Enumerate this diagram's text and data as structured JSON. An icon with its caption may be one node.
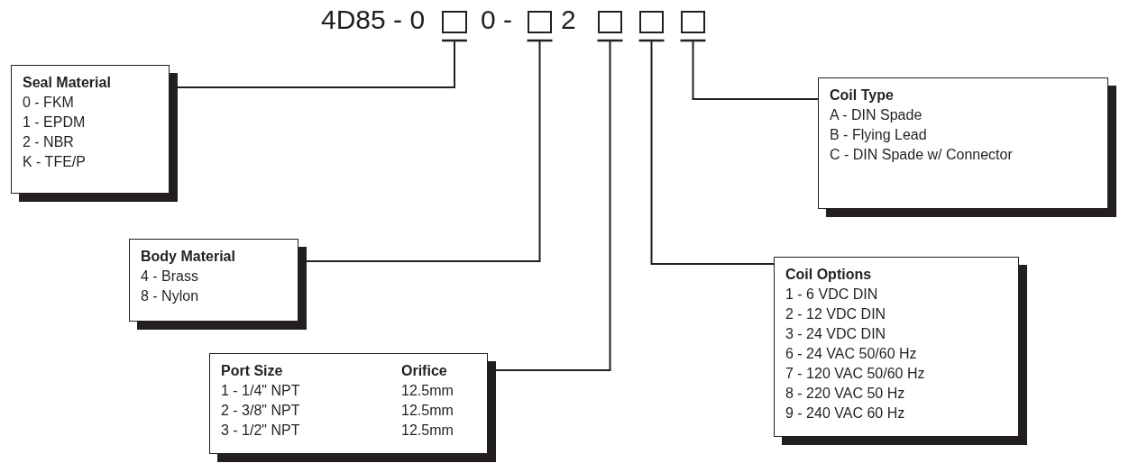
{
  "diagram": {
    "nodes": [
      {
        "text": [],
        "shape": "box"
      },
      {
        "text": [],
        "shape": "box"
      },
      {
        "text": [],
        "shape": "box"
      },
      {
        "text": [],
        "shape": "box"
      },
      {
        "text": [],
        "shape": "box"
      },
      {
        "text": [
          "Seal Material",
          "0 - FKM",
          "1 - EPDM",
          "2 - NBR",
          "K - TFE/P"
        ]
      },
      {
        "text": [
          "Coil Type",
          "A - DIN Spade",
          "B - Flying Lead",
          "C - DIN Spade w/ Connector"
        ]
      },
      {
        "text": [
          "Body Material",
          "4 - Brass",
          "8 - Nylon"
        ]
      },
      {
        "text": [
          "Coil Options",
          "1 - 6 VDC DIN",
          "2 - 12 VDC DIN",
          "3 - 24 VDC DIN",
          "6 - 24 VAC 50/60 Hz",
          "7 - 120 VAC 50/60 Hz",
          "8 - 220 VAC 50 Hz",
          "9 - 240 VAC 60 Hz"
        ]
      },
      {
        "text": [
          "Port Size",
          "Orifice",
          "1 - 1/4\" NPT",
          "12.5mm",
          "2 - 3/8\" NPT",
          "12.5mm",
          "3 - 1/2\" NPT",
          "12.5mm"
        ]
      }
    ],
    "edges": [
      {
        "from": 0,
        "to": 5,
        "arrow": "other"
      },
      {
        "from": 1,
        "to": 7,
        "arrow": "other"
      },
      {
        "from": 2,
        "to": 9,
        "arrow": "other"
      },
      {
        "from": 3,
        "to": 8,
        "arrow": "other"
      },
      {
        "from": 4,
        "to": 6,
        "arrow": "other"
      }
    ],
    "labels": [
      "4D85 - 0",
      "0 -",
      "2"
    ]
  }
}
